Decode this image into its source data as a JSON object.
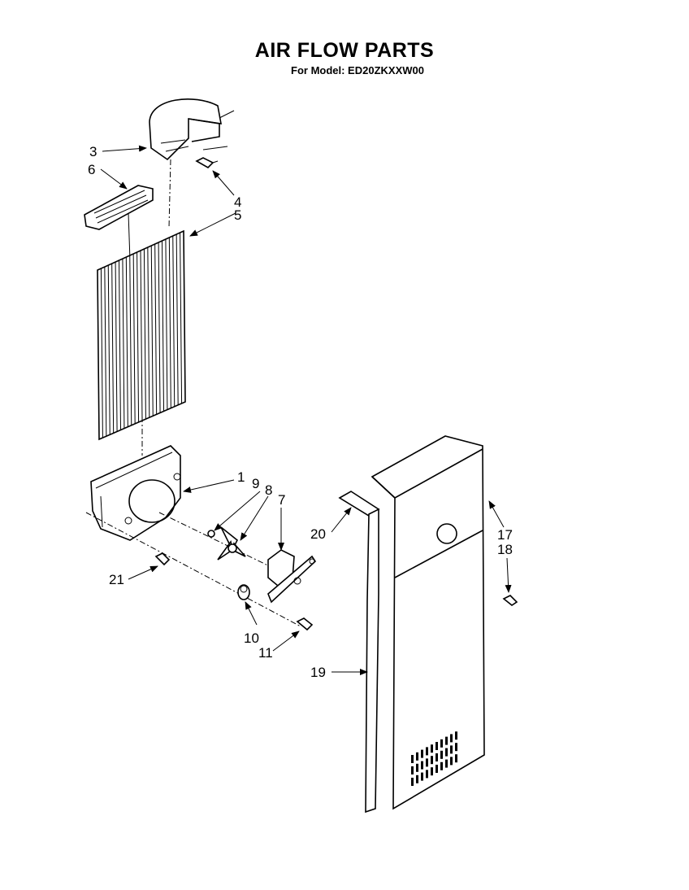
{
  "header": {
    "title": "AIR FLOW PARTS",
    "subtitle": "For Model: ED20ZKXXW00"
  },
  "callouts": {
    "c1": "1",
    "c3": "3",
    "c4": "4",
    "c5": "5",
    "c6": "6",
    "c7": "7",
    "c8": "8",
    "c9": "9",
    "c10": "10",
    "c11": "11",
    "c17": "17",
    "c18": "18",
    "c19": "19",
    "c20": "20",
    "c21": "21"
  }
}
